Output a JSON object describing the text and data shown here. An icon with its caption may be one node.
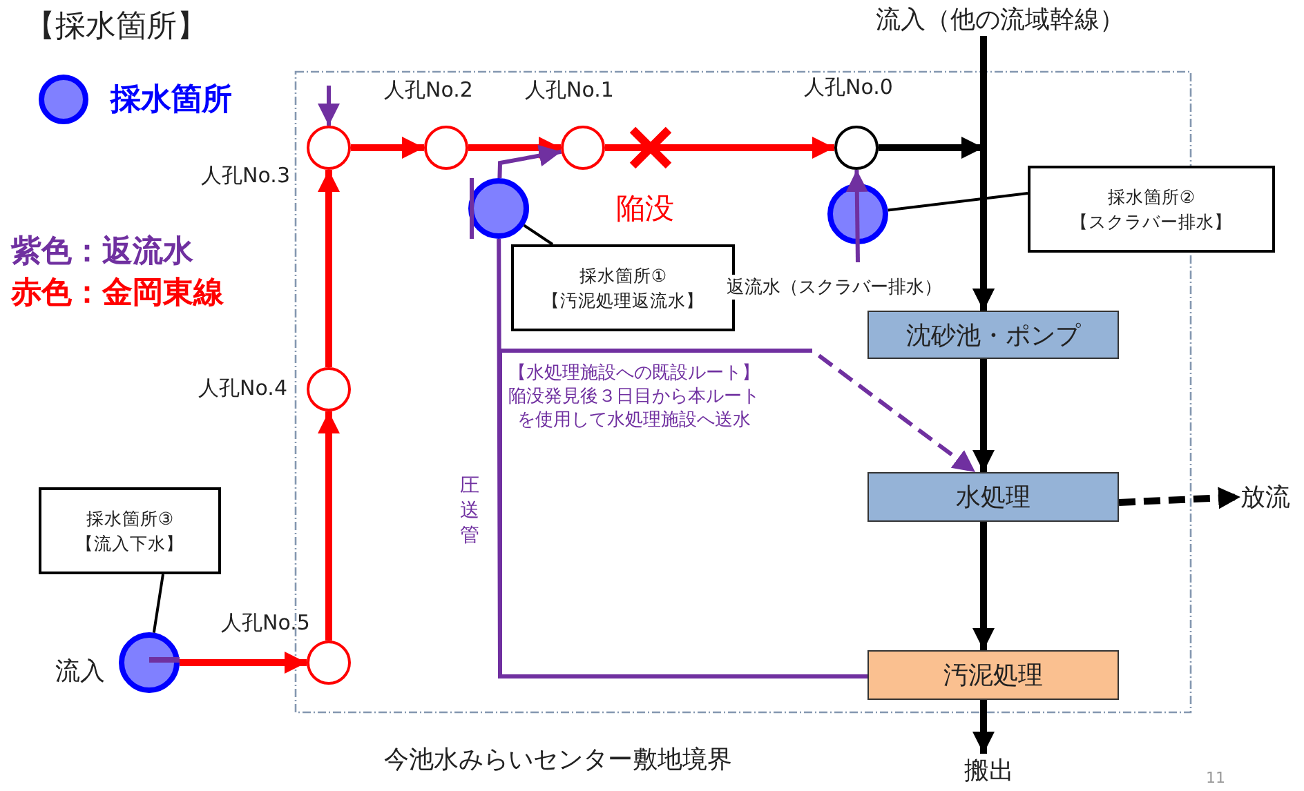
{
  "diagram": {
    "title": "【採水箇所】",
    "nodes": [
      {
        "text": [],
        "shape": "circle",
        "beside": [
          "人孔No.3"
        ]
      },
      {
        "text": [],
        "shape": "circle",
        "beside": [
          "人孔No.2"
        ]
      },
      {
        "text": [],
        "shape": "circle",
        "beside": [
          "人孔No.1"
        ]
      },
      {
        "text": [],
        "shape": "circle",
        "beside": [
          "人孔No.0"
        ]
      },
      {
        "text": [],
        "shape": "circle",
        "beside": [
          "人孔No.4"
        ]
      },
      {
        "text": [],
        "shape": "circle",
        "beside": [
          "人孔No.5"
        ]
      },
      {
        "text": [],
        "shape": "circle"
      },
      {
        "text": [],
        "shape": "circle"
      },
      {
        "text": [],
        "shape": "circle",
        "beside": [
          "流入"
        ]
      },
      {
        "text": [
          "採水箇所①",
          "【汚泥処理返流水】"
        ]
      },
      {
        "text": [
          "採水箇所②",
          "【スクラバー排水】"
        ]
      },
      {
        "text": [
          "採水箇所③",
          "【流入下水】"
        ]
      },
      {
        "text": [
          "沈砂池・ポンプ"
        ]
      },
      {
        "text": [
          "水処理"
        ]
      },
      {
        "text": [
          "汚泥処理"
        ]
      },
      {
        "text": [
          "放流"
        ]
      },
      {
        "text": [
          "搬出"
        ]
      },
      {
        "text": [
          "流入（他の流域幹線）"
        ]
      }
    ],
    "edges": [
      {
        "from": 8,
        "to": 5,
        "arrow": "to",
        "color": "#ff0000"
      },
      {
        "from": 5,
        "to": 4,
        "arrow": "to",
        "color": "#ff0000"
      },
      {
        "from": 4,
        "to": 0,
        "arrow": "to",
        "color": "#ff0000"
      },
      {
        "from": 0,
        "to": 1,
        "arrow": "to",
        "color": "#ff0000"
      },
      {
        "from": 1,
        "to": 2,
        "arrow": "to",
        "color": "#ff0000"
      },
      {
        "from": 2,
        "to": 3,
        "arrow": "to",
        "color": "#ff0000"
      },
      {
        "from": 3,
        "to": 12,
        "arrow": "to",
        "color": "#000000"
      },
      {
        "from": 17,
        "to": 12,
        "arrow": "to",
        "color": "#000000"
      },
      {
        "from": 12,
        "to": 13,
        "arrow": "to",
        "color": "#000000"
      },
      {
        "from": 13,
        "to": 14,
        "arrow": "to",
        "color": "#000000"
      },
      {
        "from": 13,
        "to": 15,
        "arrow": "to",
        "style": "dashed",
        "color": "#000000"
      },
      {
        "from": 14,
        "to": 16,
        "arrow": "to",
        "color": "#000000"
      },
      {
        "from": null,
        "to": 0,
        "arrow": "to",
        "color": "#7030a0"
      },
      {
        "from": null,
        "to": 3,
        "arrow": "to",
        "color": "#7030a0",
        "label": "返流水（スクラバー排水）"
      },
      {
        "from": 14,
        "to": 6,
        "arrow": "none",
        "color": "#7030a0",
        "label": "圧送管"
      },
      {
        "from": 14,
        "to": 13,
        "arrow": "to",
        "style": "dashed",
        "color": "#7030a0",
        "label": "【水処理施設への既設ルート】陥没発見後３日目から本ルートを使用して水処理施設へ送水"
      },
      {
        "from": 9,
        "to": 6,
        "arrow": "none",
        "color": "#000000"
      },
      {
        "from": 10,
        "to": 7,
        "arrow": "none",
        "color": "#000000"
      },
      {
        "from": 11,
        "to": 8,
        "arrow": "none",
        "color": "#000000"
      },
      {
        "from": 6,
        "to": 2,
        "arrow": "to",
        "color": "#7030a0"
      }
    ],
    "labels": [
      "紫色：返流水",
      "赤色：金岡東線",
      "陥没",
      "今池水みらいセンター敷地境界",
      "11"
    ],
    "legend": [
      {
        "text": "採水箇所"
      }
    ]
  }
}
